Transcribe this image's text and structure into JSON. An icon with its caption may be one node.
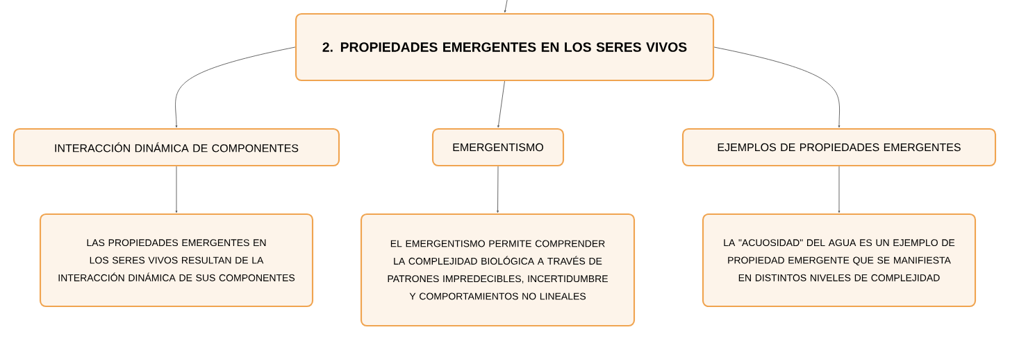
{
  "diagram": {
    "nodes": [
      {
        "text": [
          "2. PROPIEDADES EMERGENTES EN LOS SERES VIVOS"
        ]
      },
      {
        "text": [
          "INTERACCIÓN DINÁMICA DE COMPONENTES"
        ]
      },
      {
        "text": [
          "EMERGENTISMO"
        ]
      },
      {
        "text": [
          "EJEMPLOS DE PROPIEDADES EMERGENTES"
        ]
      },
      {
        "text": [
          "LAS PROPIEDADES EMERGENTES EN LOS SERES VIVOS RESULTAN DE LA INTERACCIÓN DINÁMICA DE SUS COMPONENTES"
        ]
      },
      {
        "text": [
          "EL EMERGENTISMO PERMITE COMPRENDER LA COMPLEJIDAD BIOLÓGICA A TRAVÉS DE PATRONES IMPREDECIBLES, INCERTIDUMBRE Y COMPORTAMIENTOS NO LINEALES"
        ]
      },
      {
        "text": [
          "LA \"ACUOSIDAD\" DEL AGUA ES UN EJEMPLO DE PROPIEDAD EMERGENTE QUE SE MANIFIESTA EN DISTINTOS NIVELES DE COMPLEJIDAD"
        ]
      }
    ],
    "edges": [
      {
        "from": null,
        "to": 0,
        "arrow": "to"
      },
      {
        "from": 0,
        "to": 1,
        "arrow": "to"
      },
      {
        "from": 0,
        "to": 2,
        "arrow": "to"
      },
      {
        "from": 0,
        "to": 3,
        "arrow": "to"
      },
      {
        "from": 1,
        "to": 4,
        "arrow": "to"
      },
      {
        "from": 2,
        "to": 5,
        "arrow": "to"
      },
      {
        "from": 3,
        "to": 6,
        "arrow": "to"
      }
    ]
  }
}
